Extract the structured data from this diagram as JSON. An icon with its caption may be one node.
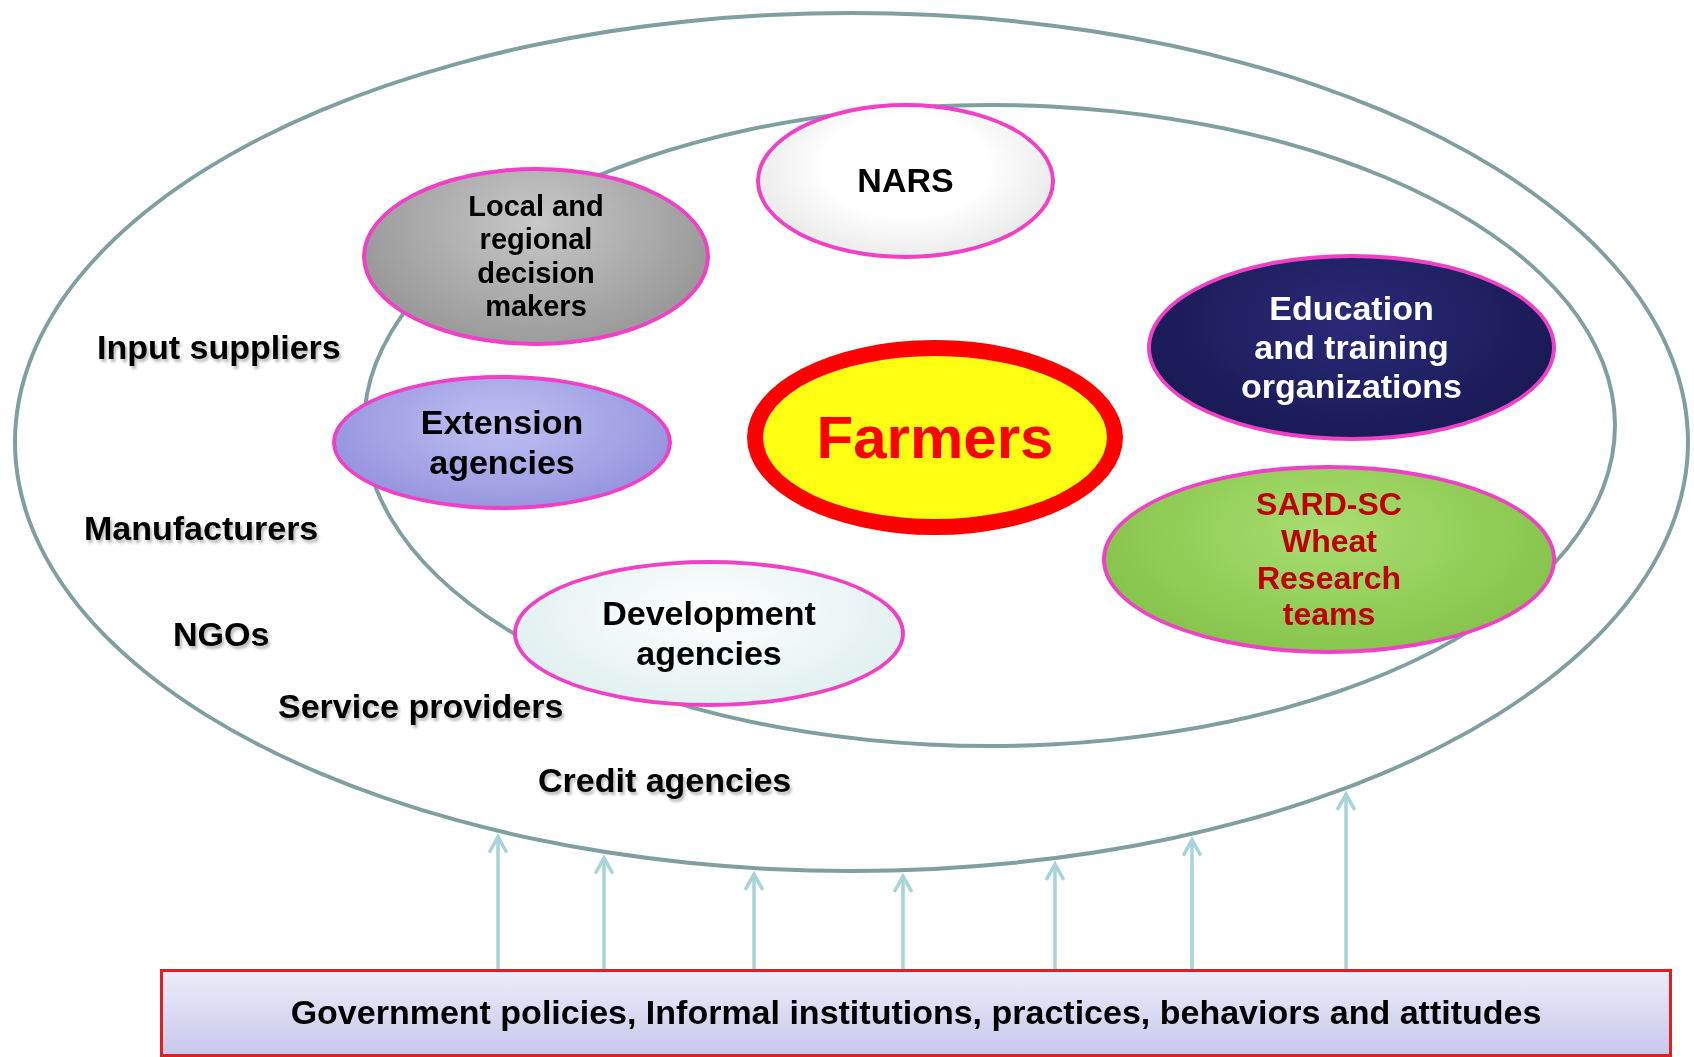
{
  "diagram": {
    "nodes": [
      {
        "text": [],
        "shape": "ellipse"
      },
      {
        "text": [],
        "shape": "ellipse",
        "in": 0
      },
      {
        "text": [
          "NARS"
        ],
        "in": 1
      },
      {
        "text": [
          "Local and regional decision makers"
        ],
        "in": 1
      },
      {
        "text": [
          "Education and training organizations"
        ],
        "in": 1
      },
      {
        "text": [
          "Extension agencies"
        ],
        "in": 0
      },
      {
        "text": [
          "Farmers"
        ],
        "in": 1
      },
      {
        "text": [
          "SARD-SC Wheat Research teams"
        ],
        "in": 1
      },
      {
        "text": [
          "Development agencies"
        ],
        "in": 1
      },
      {
        "text": [
          "Government policies, Informal institutions, practices, behaviors and attitudes"
        ]
      }
    ],
    "edges": [
      {
        "from": 9,
        "to": 0,
        "arrow": "to"
      },
      {
        "from": 9,
        "to": 0,
        "arrow": "to"
      },
      {
        "from": 9,
        "to": 0,
        "arrow": "to"
      },
      {
        "from": 9,
        "to": 0,
        "arrow": "to"
      },
      {
        "from": 9,
        "to": 0,
        "arrow": "to"
      },
      {
        "from": 9,
        "to": 0,
        "arrow": "to"
      },
      {
        "from": 9,
        "to": 0,
        "arrow": "to"
      }
    ],
    "labels": [
      "Input suppliers",
      "Manufacturers",
      "NGOs",
      "Service providers",
      "Credit agencies"
    ]
  }
}
